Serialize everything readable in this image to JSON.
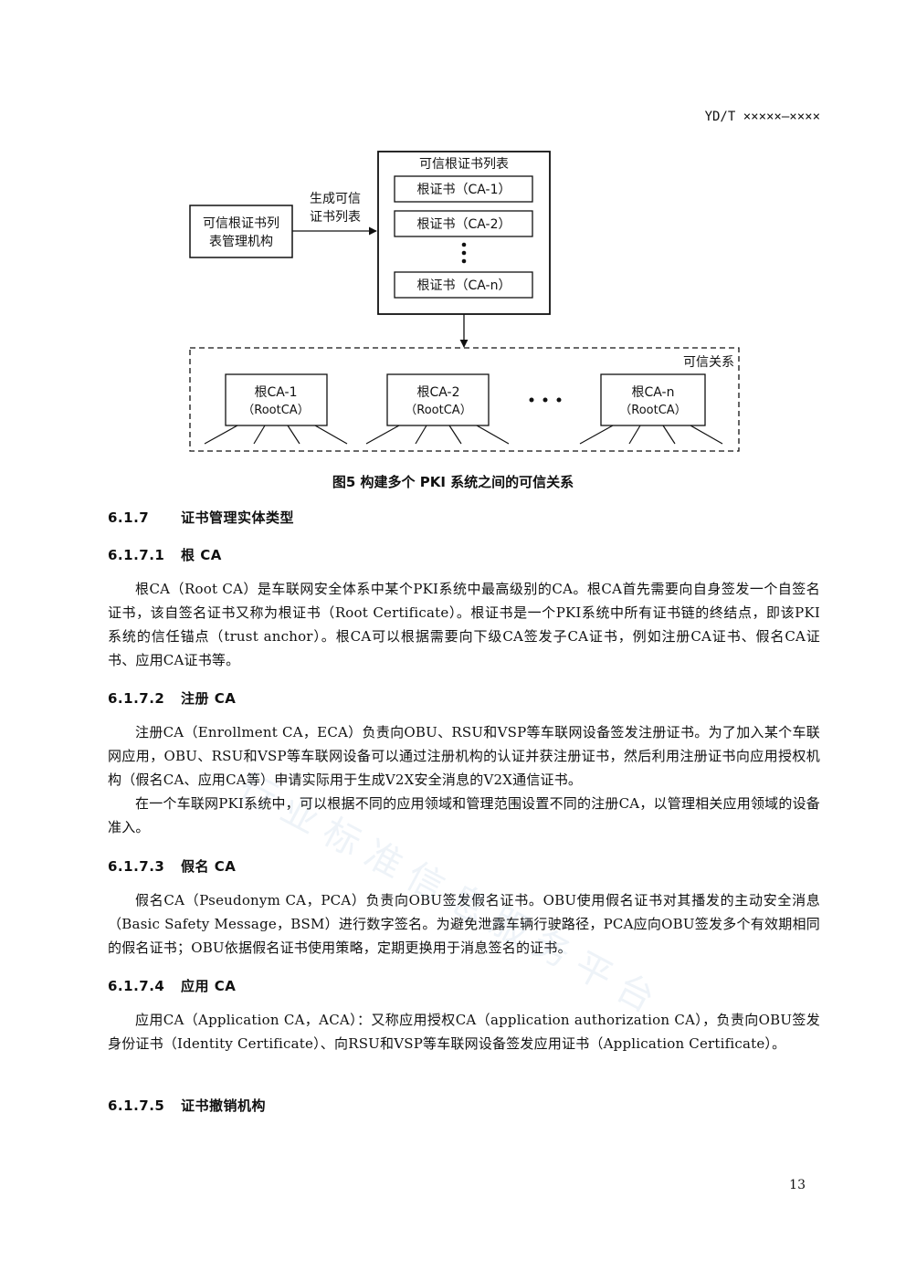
{
  "header": {
    "doc_number": "YD/T ×××××—××××"
  },
  "figure": {
    "list_box_title": "可信根证书列表",
    "root_certs": [
      "根证书（CA-1）",
      "根证书（CA-2）",
      "根证书（CA-n）"
    ],
    "arrow_label_line1": "生成可信",
    "arrow_label_line2": "证书列表",
    "authority_line1": "可信根证书列",
    "authority_line2": "表管理机构",
    "trust_label": "可信关系",
    "root_cas": [
      {
        "name": "根CA-1",
        "sub": "（RootCA）"
      },
      {
        "name": "根CA-2",
        "sub": "（RootCA）"
      },
      {
        "name": "根CA-n",
        "sub": "（RootCA）"
      }
    ],
    "caption": "图5  构建多个 PKI 系统之间的可信关系"
  },
  "sections": {
    "s617": {
      "num": "6.1.7",
      "title": "证书管理实体类型"
    },
    "s6171": {
      "num": "6.1.7.1",
      "title": "根 CA"
    },
    "p6171": "根CA（Root CA）是车联网安全体系中某个PKI系统中最高级别的CA。根CA首先需要向自身签发一个自签名证书，该自签名证书又称为根证书（Root Certificate）。根证书是一个PKI系统中所有证书链的终结点，即该PKI系统的信任锚点（trust anchor）。根CA可以根据需要向下级CA签发子CA证书，例如注册CA证书、假名CA证书、应用CA证书等。",
    "s6172": {
      "num": "6.1.7.2",
      "title": "注册 CA"
    },
    "p6172a": "注册CA（Enrollment CA，ECA）负责向OBU、RSU和VSP等车联网设备签发注册证书。为了加入某个车联网应用，OBU、RSU和VSP等车联网设备可以通过注册机构的认证并获注册证书，然后利用注册证书向应用授权机构（假名CA、应用CA等）申请实际用于生成V2X安全消息的V2X通信证书。",
    "p6172b": "在一个车联网PKI系统中，可以根据不同的应用领域和管理范围设置不同的注册CA，以管理相关应用领域的设备准入。",
    "s6173": {
      "num": "6.1.7.3",
      "title": "假名 CA"
    },
    "p6173": "假名CA（Pseudonym CA，PCA）负责向OBU签发假名证书。OBU使用假名证书对其播发的主动安全消息（Basic Safety Message，BSM）进行数字签名。为避免泄露车辆行驶路径，PCA应向OBU签发多个有效期相同的假名证书；OBU依据假名证书使用策略，定期更换用于消息签名的证书。",
    "s6174": {
      "num": "6.1.7.4",
      "title": "应用 CA"
    },
    "p6174": "应用CA（Application CA，ACA）：又称应用授权CA（application authorization CA），负责向OBU签发身份证书（Identity Certificate）、向RSU和VSP等车联网设备签发应用证书（Application Certificate）。",
    "s6175": {
      "num": "6.1.7.5",
      "title": "证书撤销机构"
    }
  },
  "watermark": "行业标准信息服务平台",
  "page_number": "13"
}
